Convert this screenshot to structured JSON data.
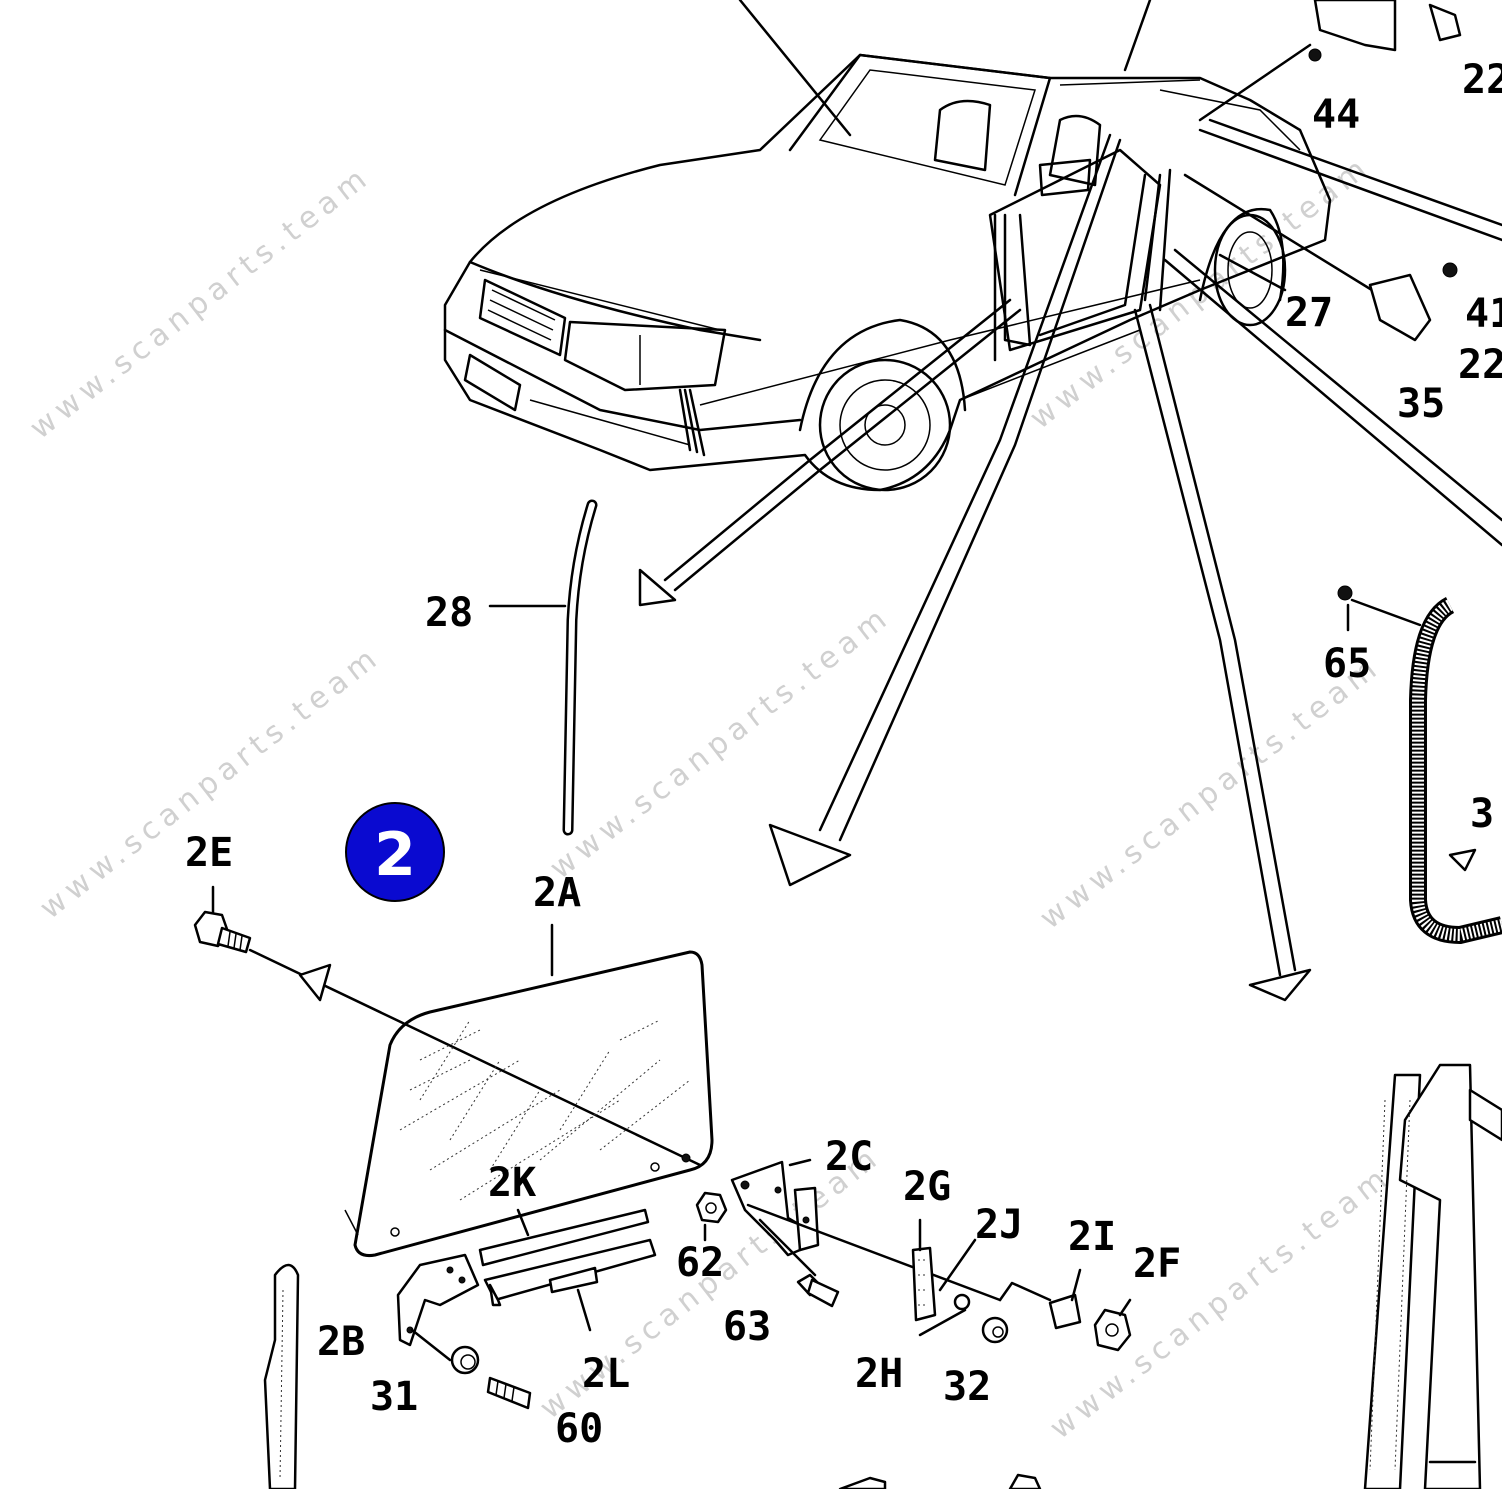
{
  "diagram": {
    "section_badge": {
      "label": "2",
      "color": "#0a0ad0"
    },
    "watermark": "www.scanparts.team",
    "callouts": {
      "c28": "28",
      "c2E": "2E",
      "c2A": "2A",
      "c2K": "2K",
      "c2C": "2C",
      "c2G": "2G",
      "c2J": "2J",
      "c2I": "2I",
      "c2F": "2F",
      "c62": "62",
      "c63": "63",
      "c2H": "2H",
      "c32": "32",
      "c2B": "2B",
      "c31": "31",
      "c60": "60",
      "c2L": "2L",
      "c44": "44",
      "c22a": "22",
      "c27": "27",
      "c35": "35",
      "c22b": "22",
      "c41": "41",
      "c65": "65",
      "c3": "3"
    }
  }
}
